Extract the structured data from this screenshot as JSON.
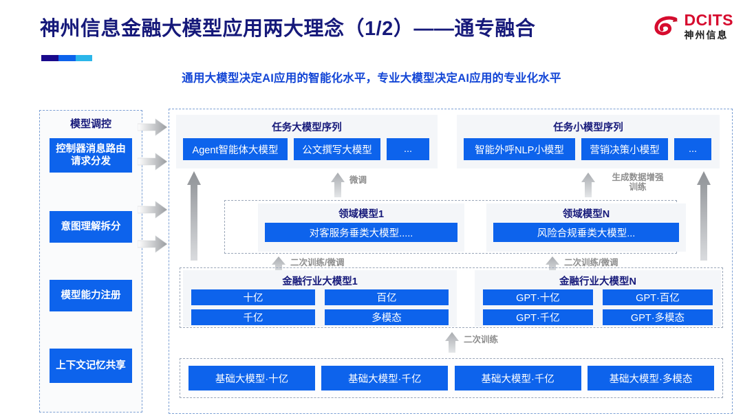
{
  "header": {
    "title": "神州信息金融大模型应用两大理念（1/2）——通专融合",
    "subtitle": "通用大模型决定AI应用的智能化水平，专业大模型决定AI应用的专业化水平",
    "logo_en": "DCITS",
    "logo_cn": "神州信息",
    "accent_colors": [
      "#1a0a8c",
      "#0d63ec",
      "#2bb6ea"
    ],
    "title_color": "#16197a",
    "subtitle_color": "#1346d6",
    "logo_color": "#d60b2e"
  },
  "theme": {
    "box_blue": "#0d63ec",
    "panel_bg": "#f4f6f9",
    "dashed_blue": "#7b9fd4",
    "dashed_grey": "#9aa6b8",
    "arrow_grey": "#b9bcc0"
  },
  "control_column": {
    "title": "模型调控",
    "items": [
      {
        "label": "控制器消息路由请求分发"
      },
      {
        "label": "意图理解拆分"
      },
      {
        "label": "模型能力注册"
      },
      {
        "label": "上下文记忆共享"
      }
    ]
  },
  "task_sequences": [
    {
      "title": "任务大模型序列",
      "chips": [
        "Agent智能体大模型",
        "公文撰写大模型",
        "..."
      ]
    },
    {
      "title": "任务小模型序列",
      "chips": [
        "智能外呼NLP小模型",
        "营销决策小模型",
        "..."
      ]
    }
  ],
  "domain_models": [
    {
      "title": "领域模型1",
      "item": "对客服务垂类大模型....."
    },
    {
      "title": "领域模型N",
      "item": "风险合规垂类大模型..."
    }
  ],
  "industry_models": [
    {
      "title": "金融行业大模型1",
      "cells": [
        "十亿",
        "百亿",
        "千亿",
        "多模态"
      ]
    },
    {
      "title": "金融行业大模型N",
      "cells": [
        "GPT·十亿",
        "GPT·百亿",
        "GPT·千亿",
        "GPT·多模态"
      ]
    }
  ],
  "base_models": [
    "基础大模型·十亿",
    "基础大模型·千亿",
    "基础大模型·千亿",
    "基础大模型·多模态"
  ],
  "arrow_labels": {
    "fine_tune": "微调",
    "gen_data_aug_l1": "生成数据增强",
    "gen_data_aug_l2": "训练",
    "retrain_tune_left": "二次训练/微调",
    "retrain_tune_right": "二次训练/微调",
    "retrain": "二次训练"
  }
}
